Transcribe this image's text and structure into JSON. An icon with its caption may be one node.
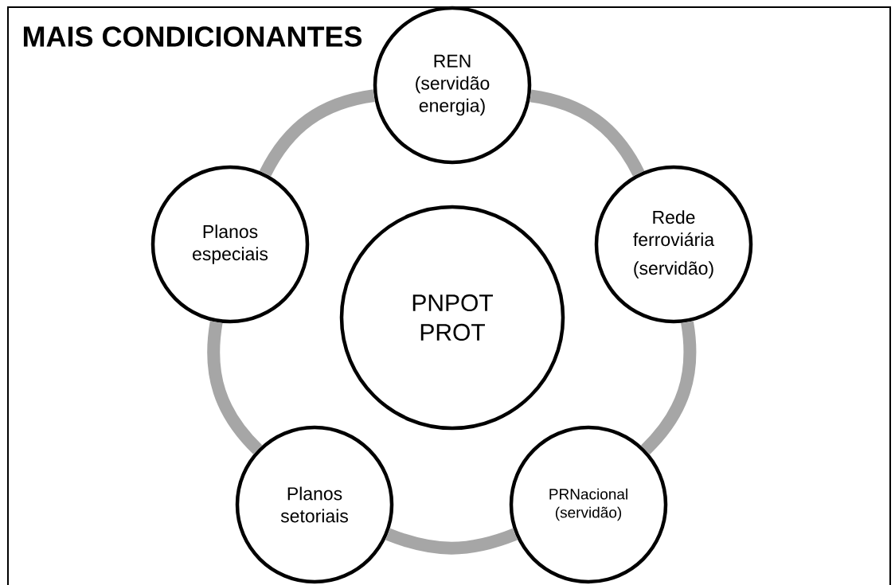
{
  "diagram": {
    "title": "MAIS CONDICIONANTES",
    "nodes": [
      {
        "text": [
          "REN (servidão energia)"
        ]
      },
      {
        "text": [
          "Rede ferroviária",
          "(servidão)"
        ]
      },
      {
        "text": [
          "PRNacional (servidão)"
        ]
      },
      {
        "text": [
          "Planos setoriais"
        ]
      },
      {
        "text": [
          "Planos especiais"
        ]
      },
      {
        "text": [
          "PNPOT PROT"
        ]
      }
    ],
    "edges": [
      {
        "from": 0,
        "to": 1,
        "arrow": "none"
      },
      {
        "from": 1,
        "to": 2,
        "arrow": "none"
      },
      {
        "from": 2,
        "to": 3,
        "arrow": "none"
      },
      {
        "from": 3,
        "to": 4,
        "arrow": "none"
      },
      {
        "from": 4,
        "to": 0,
        "arrow": "none"
      }
    ]
  }
}
